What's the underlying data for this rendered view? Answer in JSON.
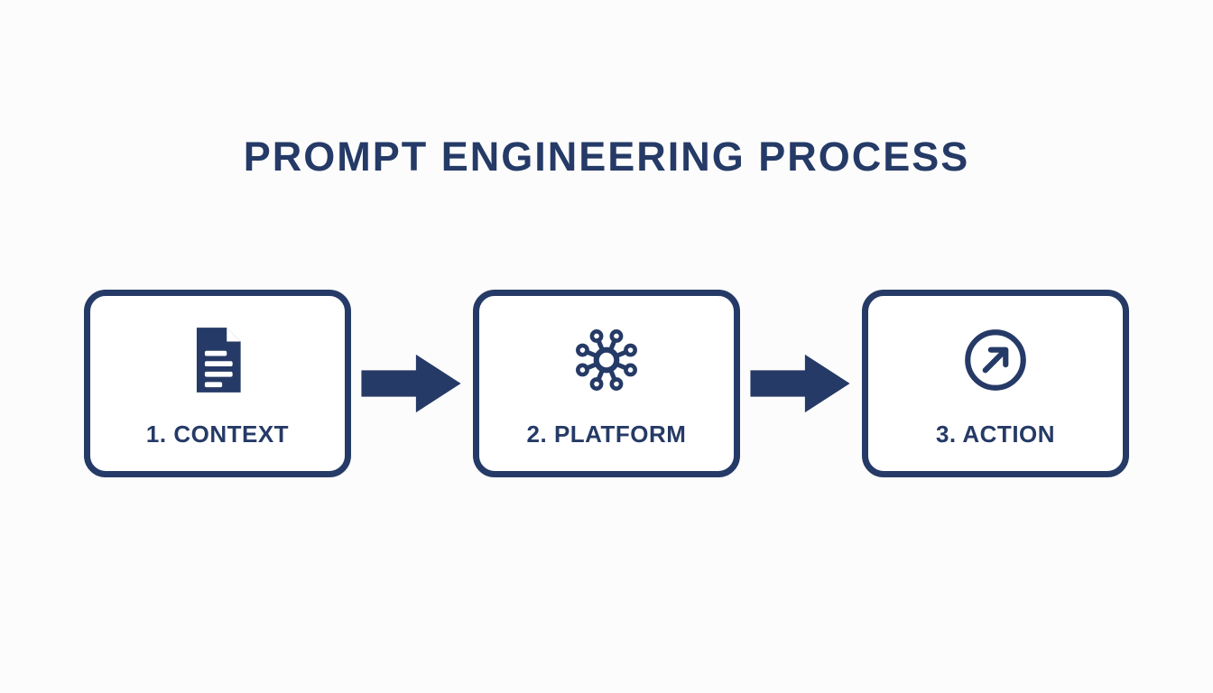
{
  "title": "PROMPT ENGINEERING PROCESS",
  "colors": {
    "navy": "#253a66",
    "background": "#fcfcfc",
    "box_fill": "#ffffff"
  },
  "steps": [
    {
      "label": "1. CONTEXT",
      "icon": "document-icon"
    },
    {
      "label": "2. PLATFORM",
      "icon": "network-hub-icon"
    },
    {
      "label": "3. ACTION",
      "icon": "arrow-up-right-circle-icon"
    }
  ],
  "connectors": [
    {
      "icon": "right-block-arrow-icon"
    },
    {
      "icon": "right-block-arrow-icon"
    }
  ]
}
